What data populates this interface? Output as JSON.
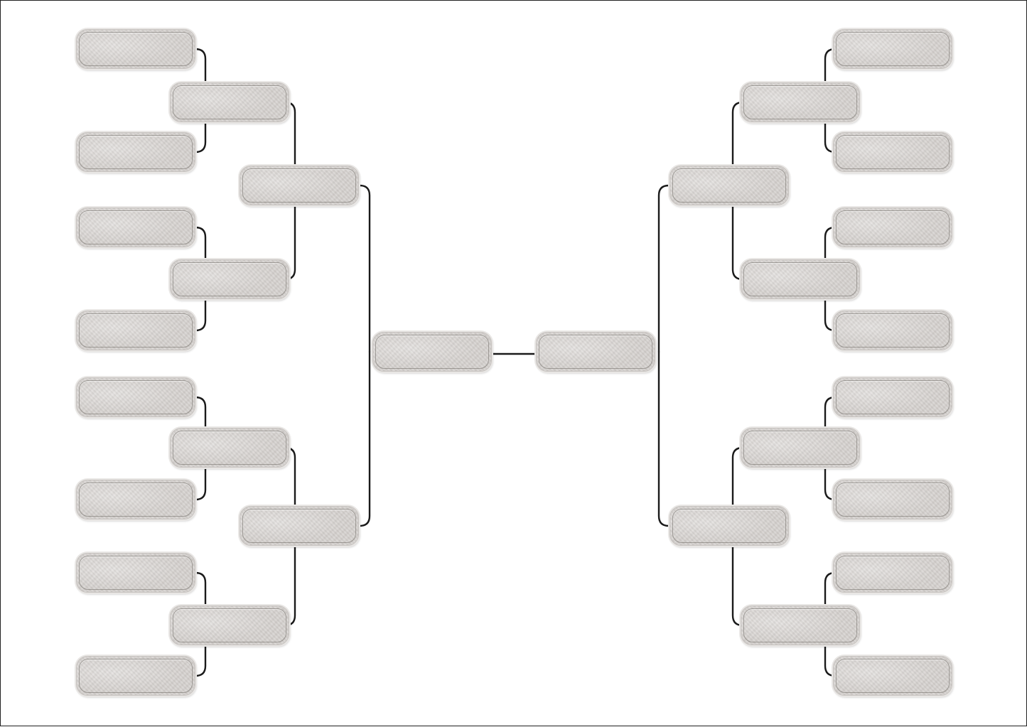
{
  "bracket": {
    "colors": {
      "line": "#1a1a1a",
      "slot_fill": "#d4d0cd",
      "border": "#222222"
    },
    "rounds": [
      {
        "side": "left",
        "round": 1,
        "slots": [
          "",
          "",
          "",
          "",
          "",
          "",
          "",
          ""
        ]
      },
      {
        "side": "left",
        "round": 2,
        "slots": [
          "",
          "",
          "",
          ""
        ]
      },
      {
        "side": "left",
        "round": 3,
        "slots": [
          "",
          ""
        ]
      },
      {
        "side": "left",
        "round": 4,
        "slots": [
          ""
        ]
      },
      {
        "side": "right",
        "round": 4,
        "slots": [
          ""
        ]
      },
      {
        "side": "right",
        "round": 3,
        "slots": [
          "",
          ""
        ]
      },
      {
        "side": "right",
        "round": 2,
        "slots": [
          "",
          "",
          "",
          ""
        ]
      },
      {
        "side": "right",
        "round": 1,
        "slots": [
          "",
          "",
          "",
          "",
          "",
          "",
          "",
          ""
        ]
      }
    ]
  }
}
